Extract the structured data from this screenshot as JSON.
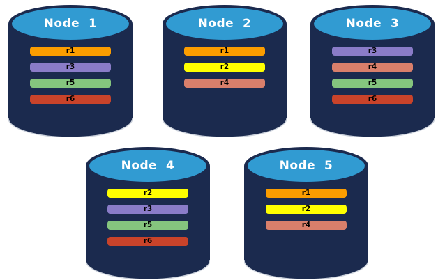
{
  "diagram": {
    "background_color": "#ffffff",
    "cylinder_body_color": "#1b2a4e",
    "cylinder_top_color": "#319bd2",
    "node_label_color": "#ffffff",
    "bar_label_color": "#000000",
    "replica_colors": {
      "r1": "#fb9d00",
      "r2": "#ffff00",
      "r3": "#8a7cc8",
      "r4": "#d97f6b",
      "r5": "#85c57e",
      "r6": "#c9432a"
    },
    "nodes": [
      {
        "label": "Node  1",
        "replicas": [
          "r1",
          "r3",
          "r5",
          "r6"
        ]
      },
      {
        "label": "Node  2",
        "replicas": [
          "r1",
          "r2",
          "r4"
        ]
      },
      {
        "label": "Node  3",
        "replicas": [
          "r3",
          "r4",
          "r5",
          "r6"
        ]
      },
      {
        "label": "Node  4",
        "replicas": [
          "r2",
          "r3",
          "r5",
          "r6"
        ]
      },
      {
        "label": "Node  5",
        "replicas": [
          "r1",
          "r2",
          "r4"
        ]
      }
    ]
  }
}
